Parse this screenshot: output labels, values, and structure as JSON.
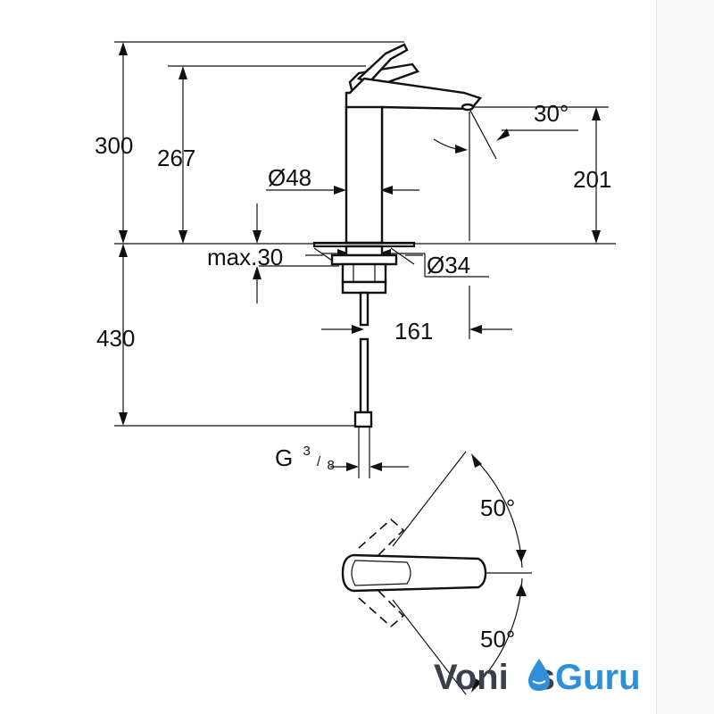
{
  "dimensions": {
    "total_height": "300",
    "spout_height": "267",
    "body_diameter": "Ø48",
    "reach_height": "201",
    "spout_angle": "30°",
    "deck_thickness": "max.30",
    "hole_diameter": "Ø34",
    "spout_reach": "161",
    "hose_length": "430",
    "connection_thread": "G",
    "connection_num": "3",
    "connection_den": "8",
    "lever_angle_up": "50°",
    "lever_angle_down": "50°"
  },
  "watermark": {
    "part1": "Voni",
    "part2": "s",
    "part3": "Guru",
    "color_dark": "#3a3f4b",
    "color_accent": "#2f8fd8"
  }
}
